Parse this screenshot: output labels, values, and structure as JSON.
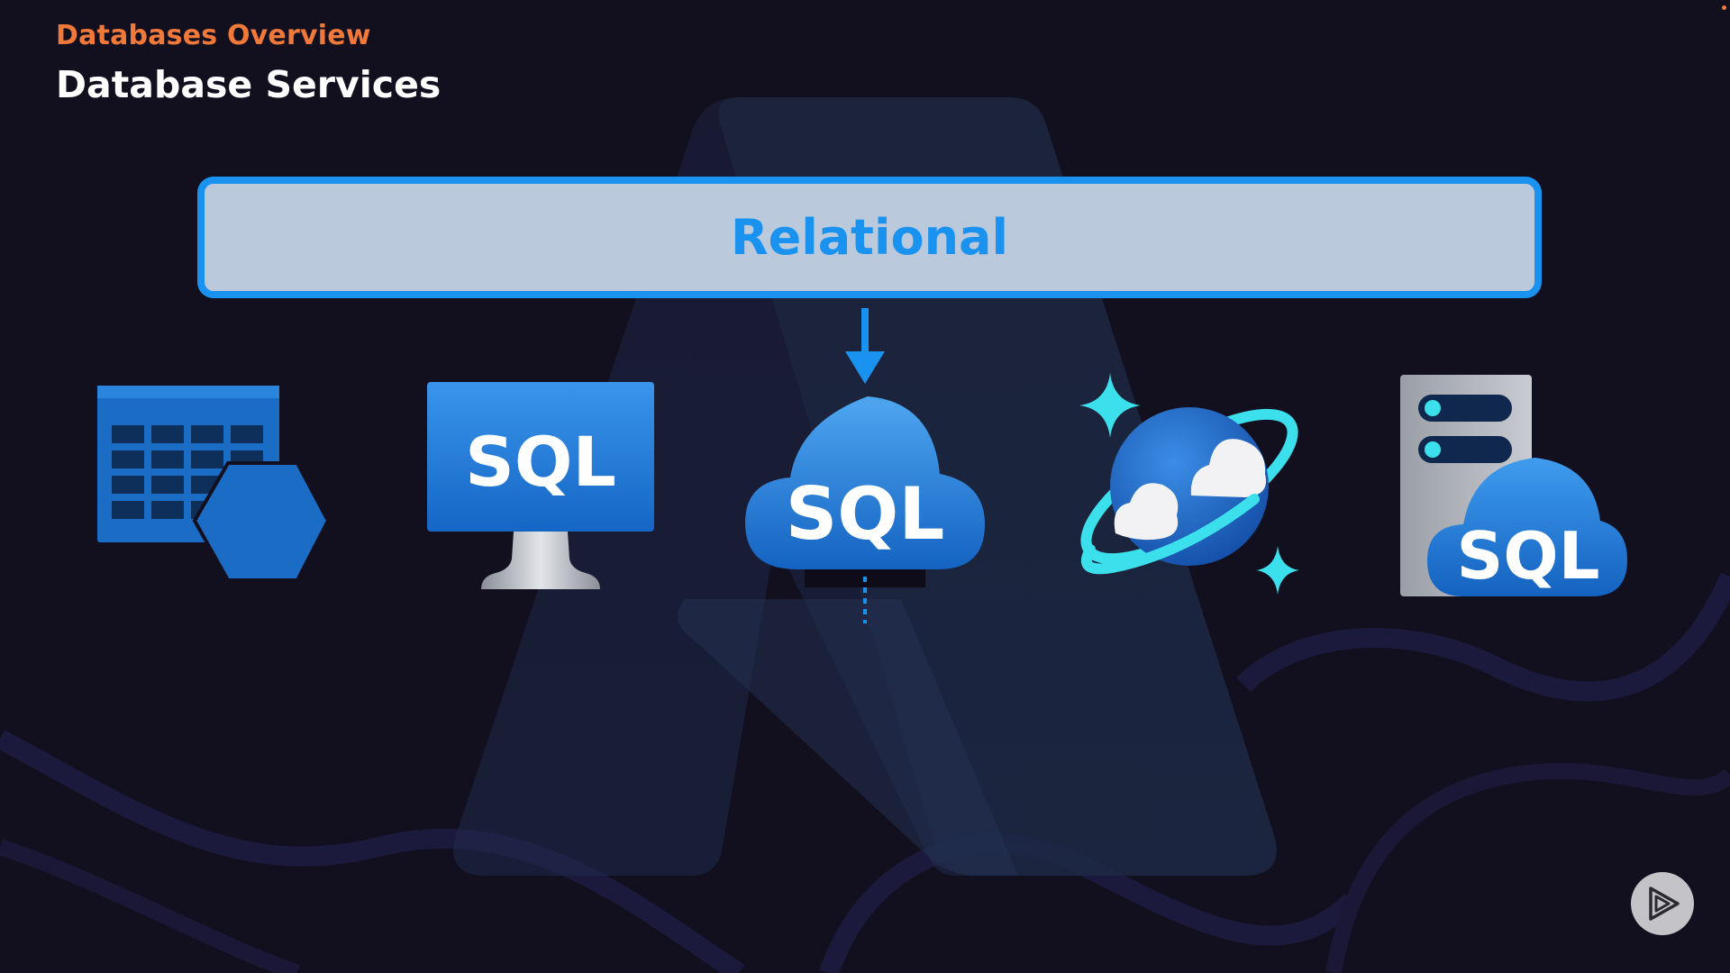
{
  "header": {
    "section_title": "Databases Overview",
    "slide_title": "Database Services"
  },
  "category_box": {
    "label": "Relational"
  },
  "services": [
    {
      "icon": "sql-table-hexagon-icon",
      "label": ""
    },
    {
      "icon": "sql-virtual-machine-icon",
      "label": "SQL"
    },
    {
      "icon": "sql-database-cloud-icon",
      "label": "SQL"
    },
    {
      "icon": "cosmos-db-planet-icon",
      "label": ""
    },
    {
      "icon": "sql-managed-instance-icon",
      "label": "SQL"
    }
  ],
  "player": {
    "icon": "play-icon"
  },
  "colors": {
    "accent_orange": "#f0793a",
    "accent_blue": "#1a93f0",
    "background": "#12101f",
    "box_fill": "#bac9db"
  }
}
